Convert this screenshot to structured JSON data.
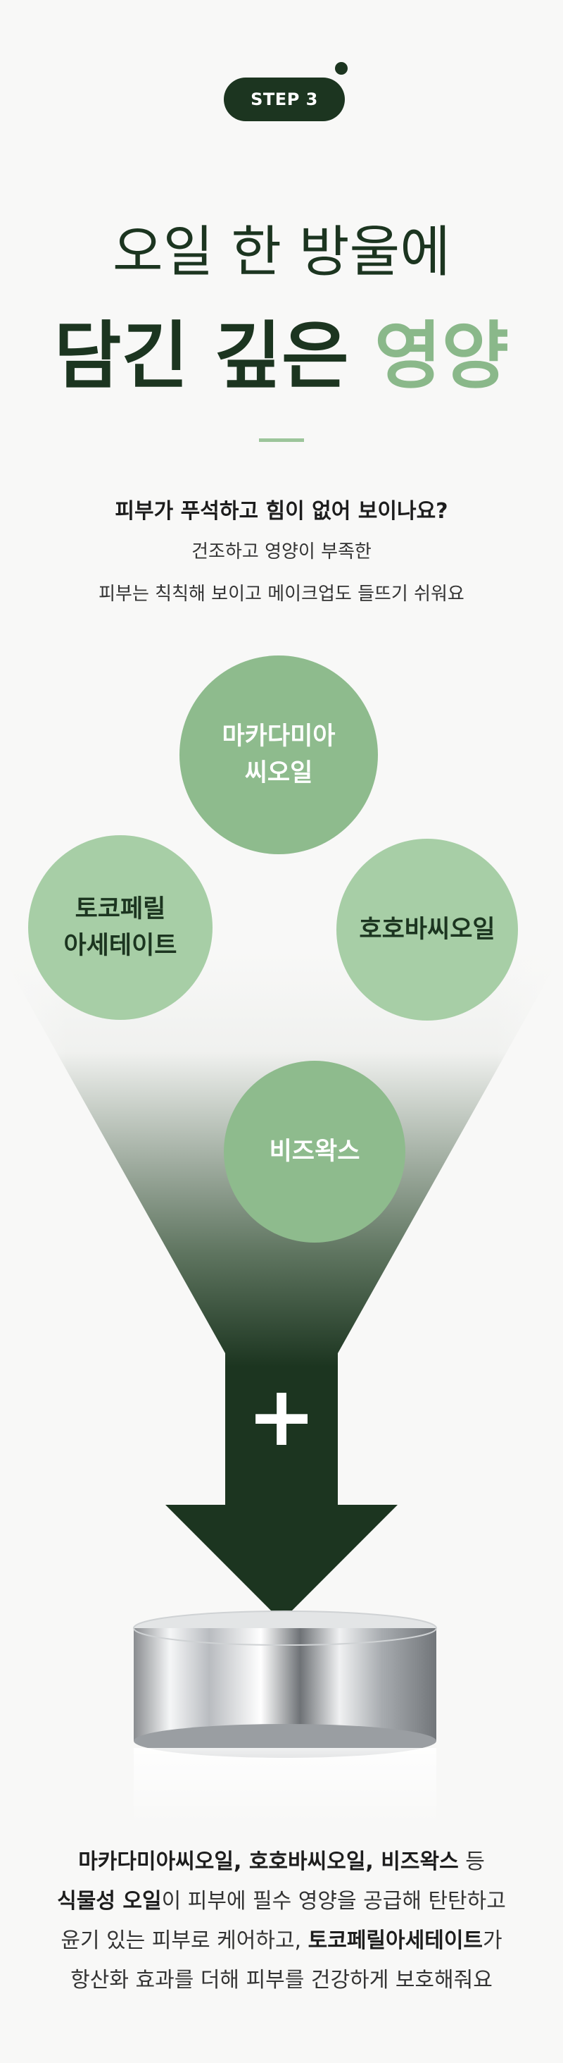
{
  "step": {
    "label": "STEP 3"
  },
  "headline": {
    "line1": "오일 한 방울에",
    "line2_main": "담긴 깊은 ",
    "line2_accent": "영양"
  },
  "intro": {
    "question": "피부가 푸석하고 힘이 없어 보이나요?",
    "line1": "건조하고 영양이 부족한",
    "line2": "피부는 칙칙해 보이고 메이크업도 들뜨기 쉬워요"
  },
  "ingredients": {
    "top": [
      "마카다미아",
      "씨오일"
    ],
    "left": [
      "토코페릴",
      "아세테이트"
    ],
    "right": [
      "호호바씨오일"
    ],
    "bottom": [
      "비즈왁스"
    ]
  },
  "plus_symbol": "+",
  "description": {
    "l1_b1": "마카다미아씨오일, 호호바씨오일, 비즈왁스",
    "l1_t1": " 등",
    "l2_b1": "식물성 오일",
    "l2_t1": "이 피부에 필수 영양을 공급해 탄탄하고",
    "l3_t1": "윤기 있는 피부로 케어하고, ",
    "l3_b1": "토코페릴아세테이트",
    "l3_t2": "가",
    "l4_t1": "항산화 효과를 더해 피부를 건강하게 보호해줘요"
  },
  "colors": {
    "brand_dark": "#1c3520",
    "accent_green": "#8ab88a",
    "light_green": "#a7cea6"
  }
}
